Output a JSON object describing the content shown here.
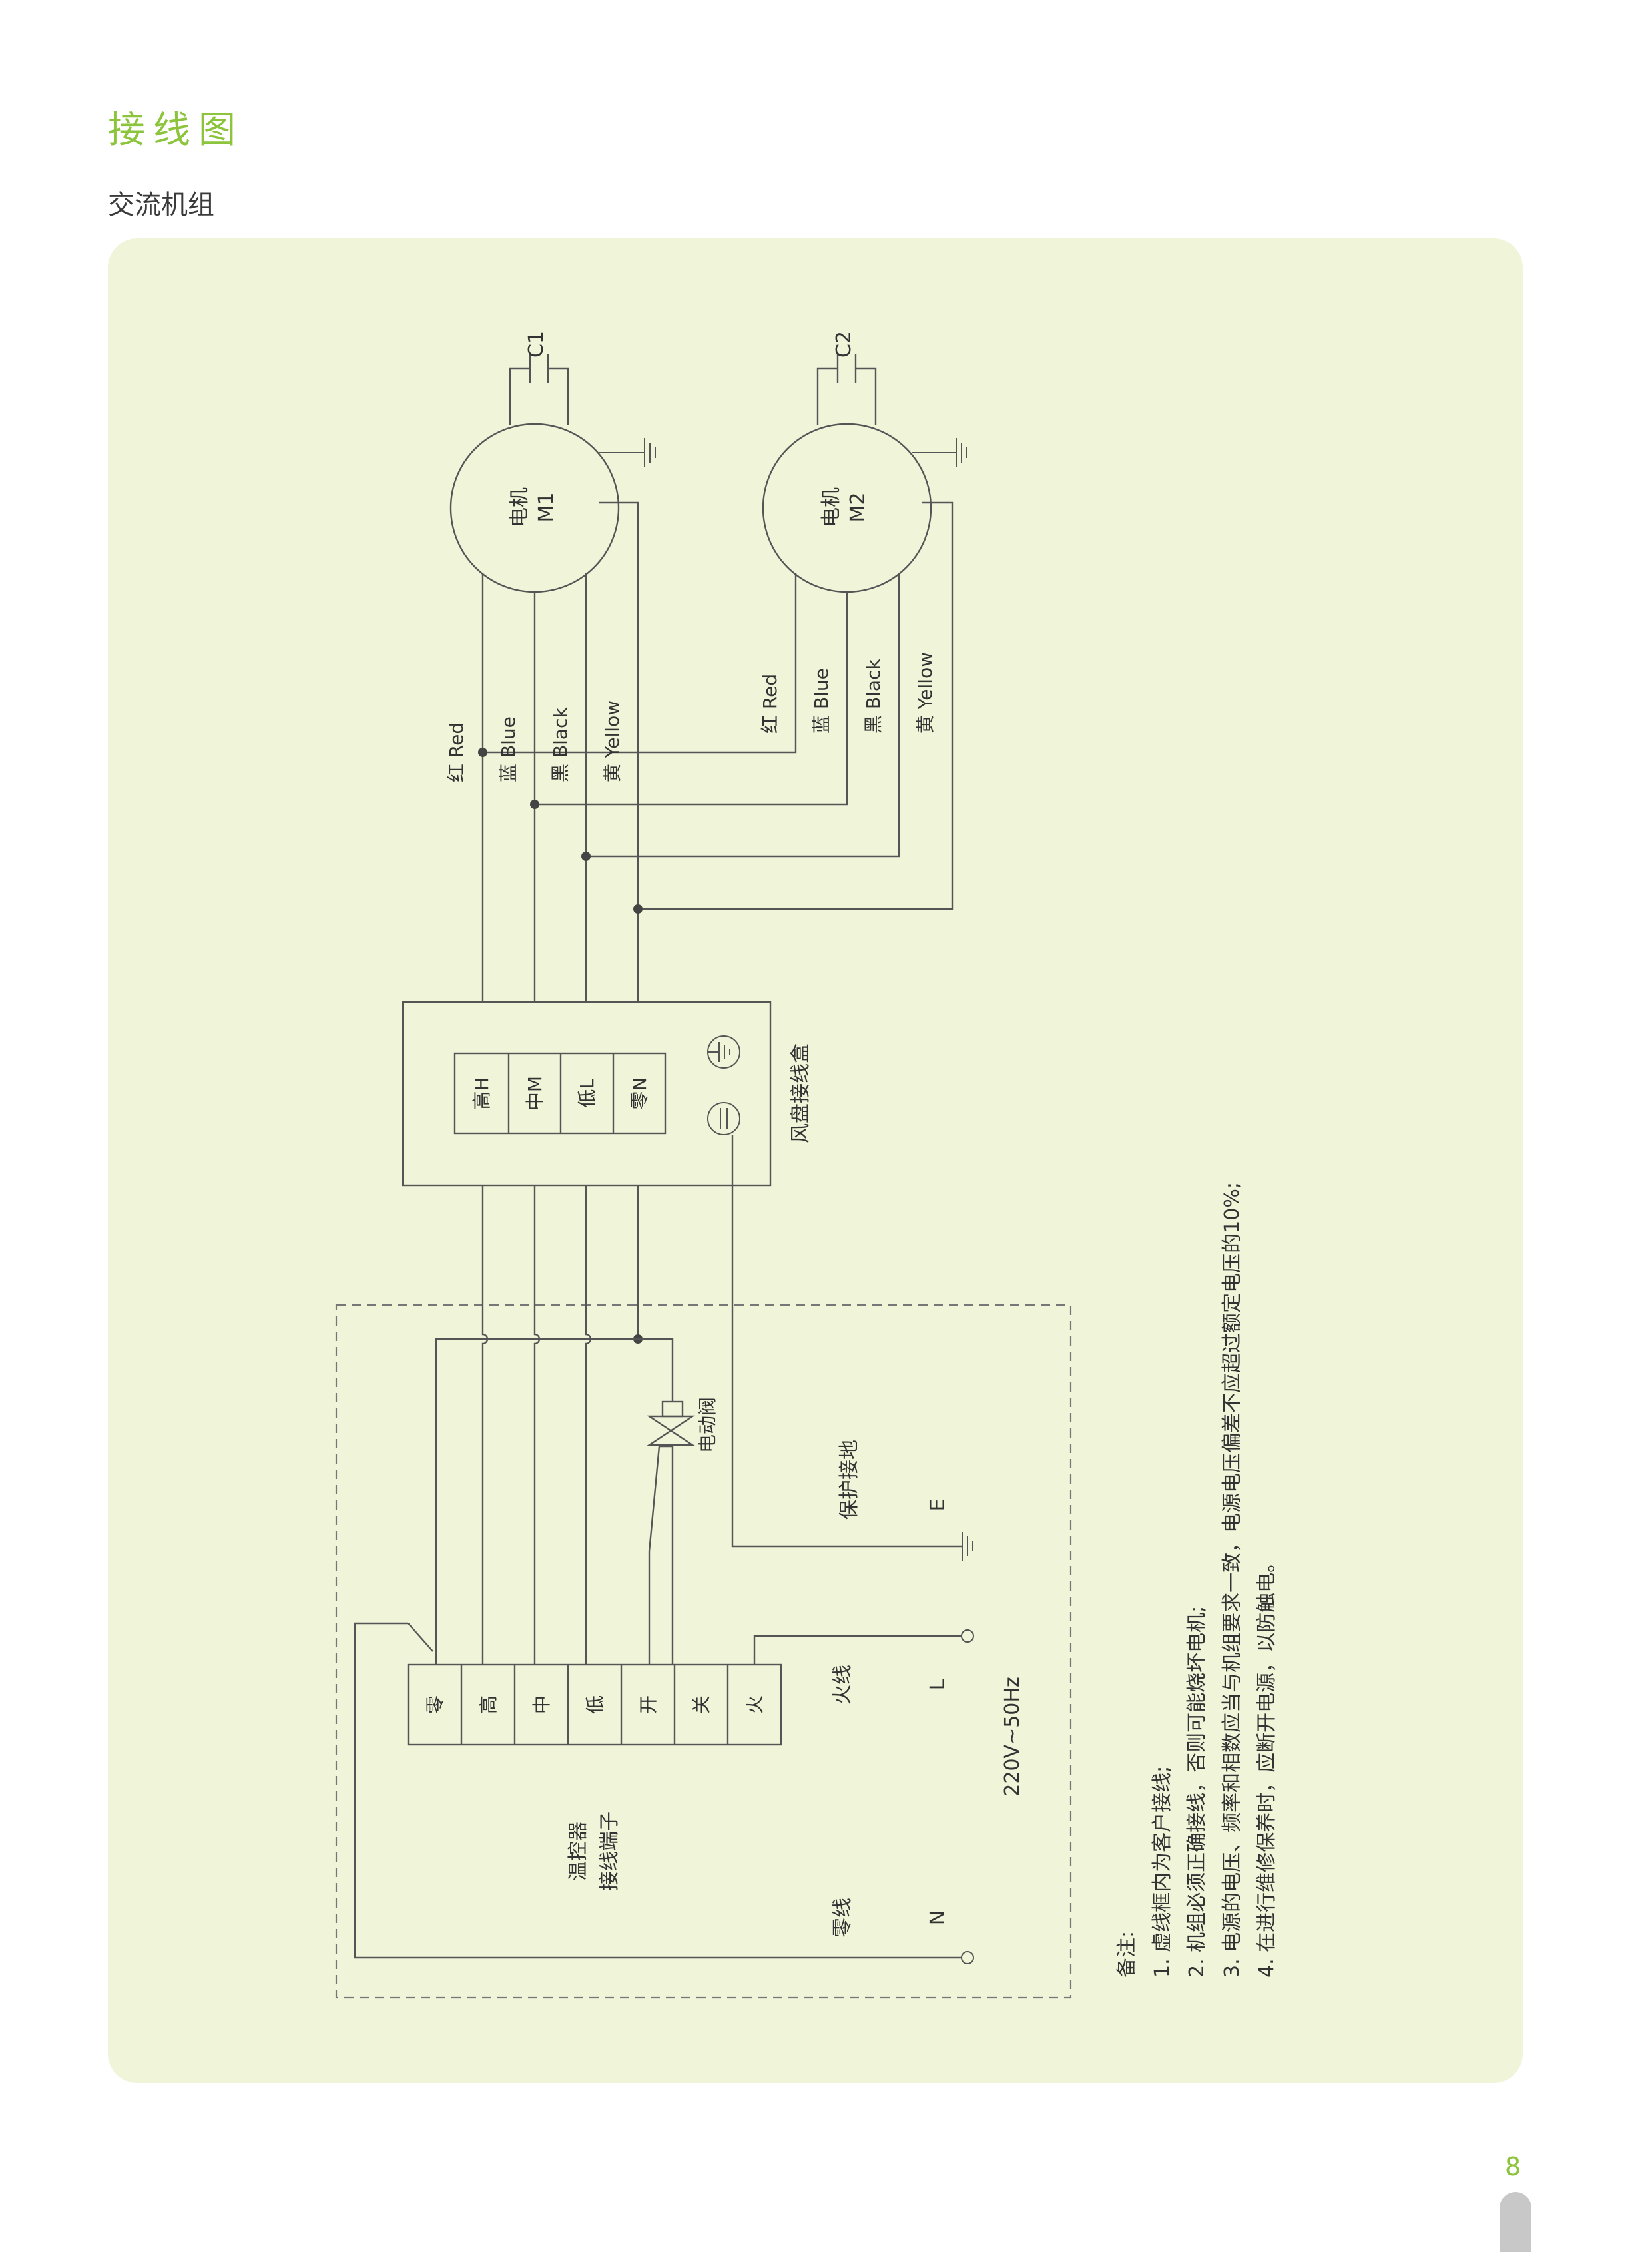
{
  "page_title": "接线图",
  "section_title": "交流机组",
  "page_number": "8",
  "colors": {
    "accent": "#8cc43c",
    "panel_bg": "#f0f4d9",
    "line": "#555555"
  },
  "diagram": {
    "capacitors": {
      "c1": "C1",
      "c2": "C2"
    },
    "motor1": {
      "name": "电机",
      "id": "M1"
    },
    "motor2": {
      "name": "电机",
      "id": "M2"
    },
    "m1_wires": {
      "red": "红    Red",
      "blue": "蓝    Blue",
      "black": "黑    Black",
      "yellow": "黄    Yellow"
    },
    "m2_wires": {
      "red": "红 Red",
      "blue": "蓝 Blue",
      "black": "黑 Black",
      "yellow": "黄 Yellow"
    },
    "fan_box": {
      "label": "风盘接线盒",
      "terminals": {
        "high": "高H",
        "mid": "中M",
        "low": "低L",
        "neutral": "零N"
      }
    },
    "valve_label": "电动阀",
    "ground": {
      "label": "保护接地",
      "code": "E"
    },
    "thermostat": {
      "label_line1": "温控器",
      "label_line2": "接线端子",
      "terminals": {
        "neutral": "零",
        "high": "高",
        "mid": "中",
        "low": "低",
        "open": "开",
        "close": "关",
        "live": "火"
      }
    },
    "live": {
      "label": "火线",
      "code": "L"
    },
    "neutral": {
      "label": "零线",
      "code": "N"
    },
    "supply": "220V~50Hz"
  },
  "notes": {
    "title": "备注:",
    "items": [
      "1. 虚线框内为客户接线;",
      "2. 机组必须正确接线，否则可能烧坏电机;",
      "3. 电源的电压、频率和相数应当与机组要求一致，电源电压偏差不应超过额定电压的10%;",
      "4. 在进行维修保养时，应断开电源，以防触电。"
    ]
  }
}
